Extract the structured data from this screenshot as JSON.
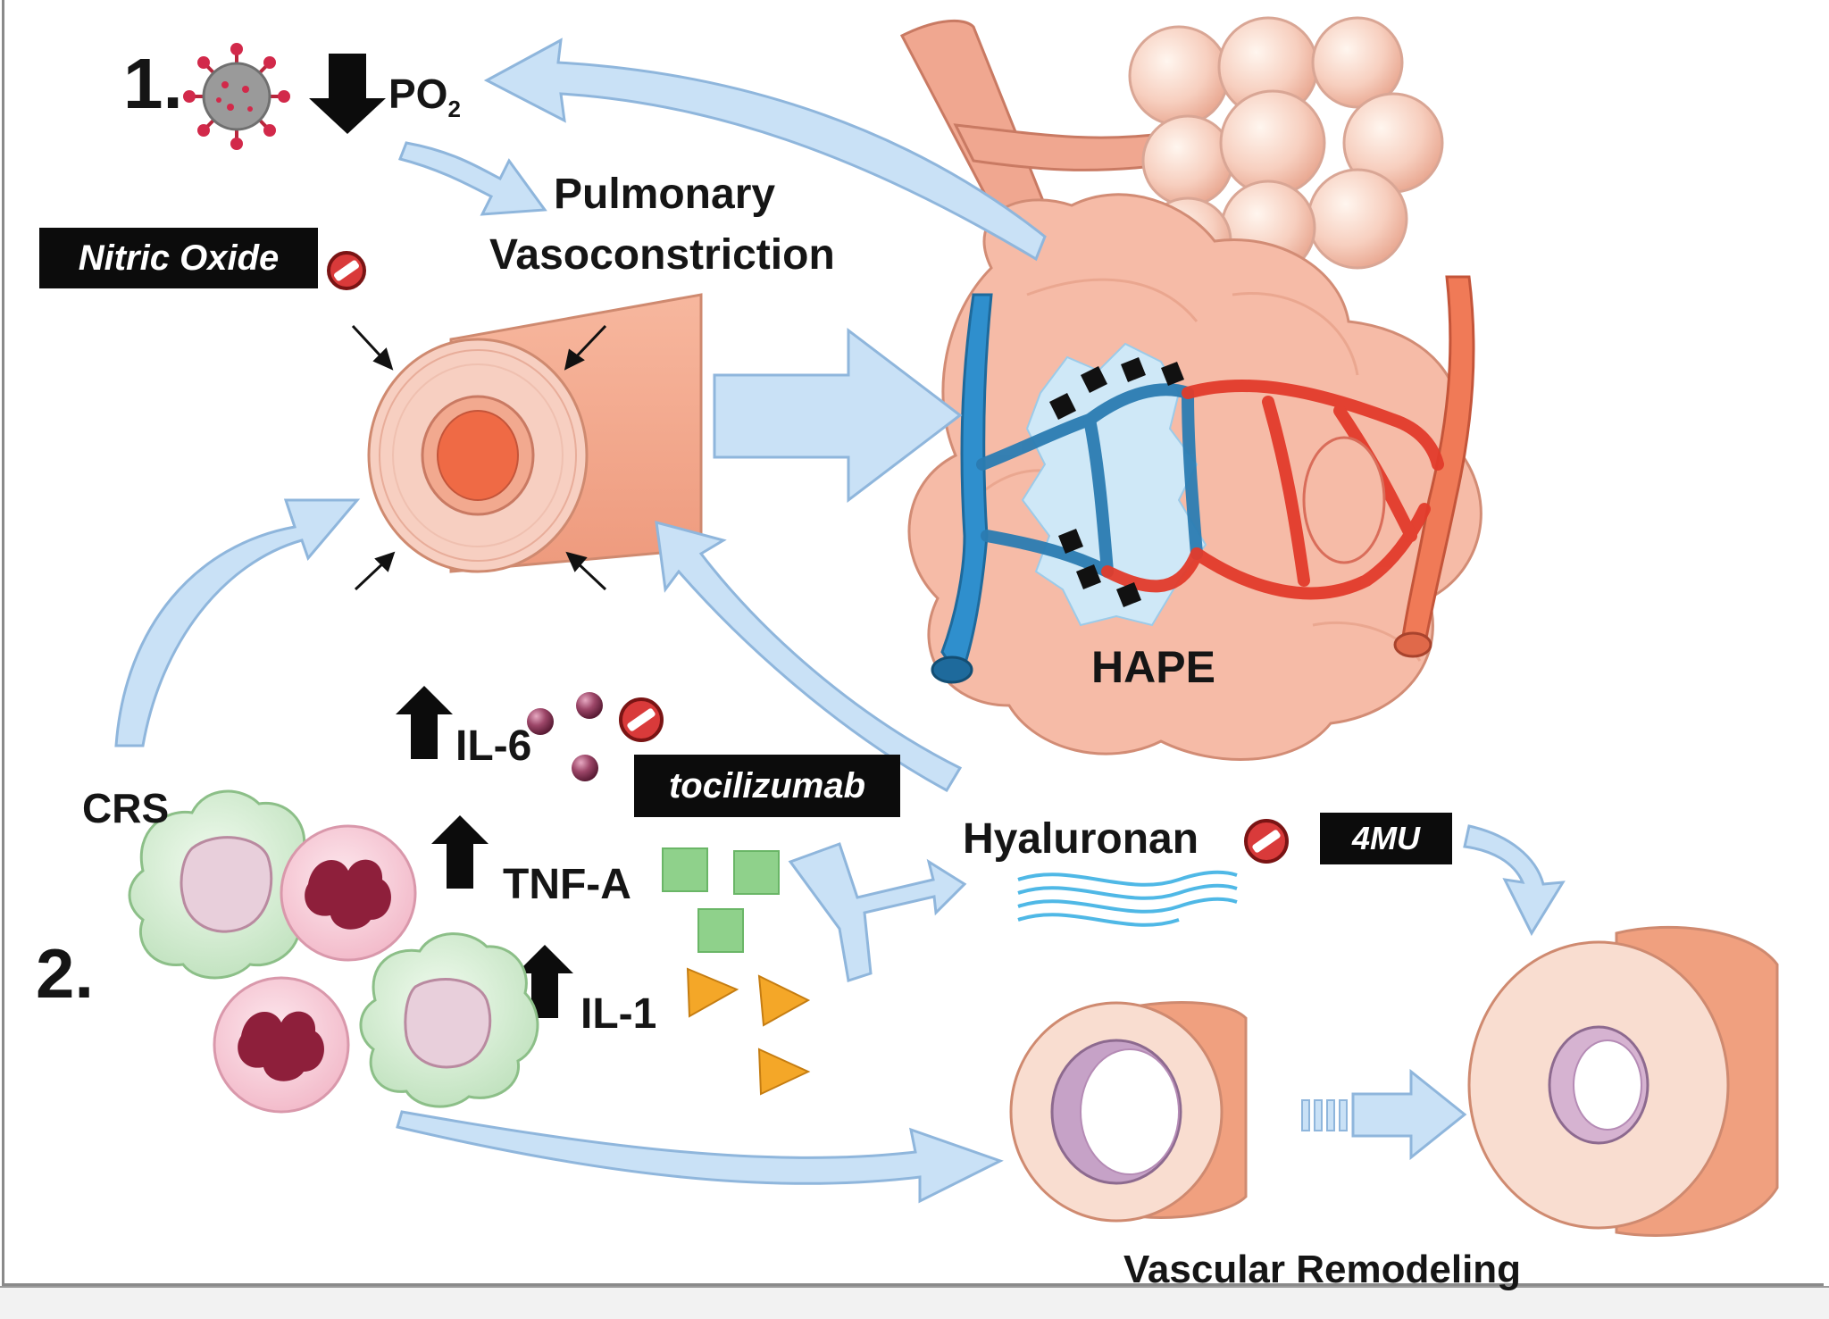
{
  "step1": {
    "number": "1.",
    "po2_main": "PO",
    "po2_sub": "2"
  },
  "step2": {
    "number": "2."
  },
  "labels": {
    "pulmonary_line1": "Pulmonary",
    "pulmonary_line2": "Vasoconstriction",
    "hape": "HAPE",
    "crs": "CRS",
    "il6": "IL-6",
    "tnfa": "TNF-A",
    "il1": "IL-1",
    "hyaluronan": "Hyaluronan",
    "vascular_remodeling": "Vascular Remodeling"
  },
  "inhibitors": {
    "nitric_oxide": "Nitric Oxide",
    "tocilizumab": "tocilizumab",
    "fourmu": "4MU"
  },
  "colors": {
    "arrow_fill": "#c9e1f6",
    "arrow_stroke": "#8fb6dc",
    "vessel": "#f2a98f",
    "vein": "#2f8fcd",
    "artery": "#e23b2b",
    "inhibit": "#c0262a",
    "tnfa_square": "#8fd18b",
    "il1_triangle": "#f4a728",
    "il6_ball": "#8e3a5a"
  },
  "icons": [
    "virus-icon",
    "down-arrow-icon",
    "up-arrow-icon",
    "inhibition-icon"
  ]
}
